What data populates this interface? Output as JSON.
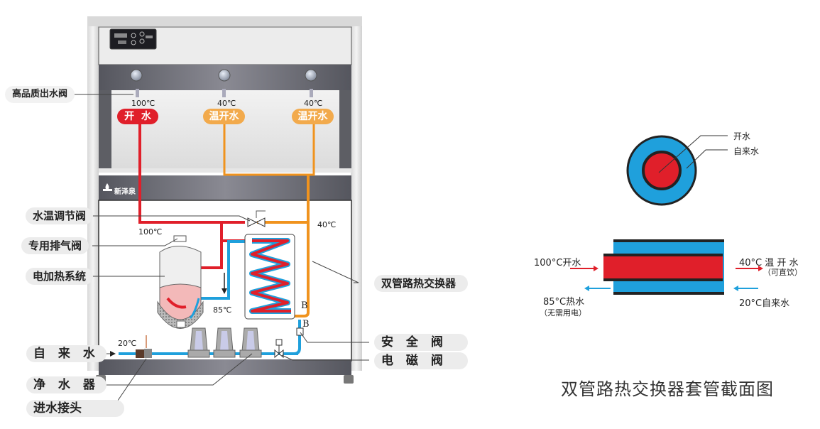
{
  "colors": {
    "boiling": "#e01f2a",
    "warm": "#f0931e",
    "tap": "#1fa0dc",
    "warm_tag": "#f2aa4c",
    "boiling_tag": "#e01f2a",
    "cabinet_dark": "#5f6068",
    "callout_bg": "#ececec"
  },
  "machine": {
    "brand": "新泽泉",
    "outlets": [
      {
        "temp": "100℃",
        "tag": "开  水",
        "type": "boiling"
      },
      {
        "temp": "40℃",
        "tag": "温开水",
        "type": "warm"
      },
      {
        "temp": "40℃",
        "tag": "温开水",
        "type": "warm"
      }
    ],
    "pipe_temps": {
      "boiling_out": "100℃",
      "warm_out": "40℃",
      "preheated": "85℃",
      "inlet": "20℃"
    },
    "valve_markers": [
      "B",
      "B"
    ]
  },
  "callouts_left": [
    {
      "id": "outlet-valve",
      "label": "高品质出水阀"
    },
    {
      "id": "temp-valve",
      "label": "水温调节阀"
    },
    {
      "id": "vent-valve",
      "label": "专用排气阀"
    },
    {
      "id": "heater",
      "label": "电加热系统"
    },
    {
      "id": "tap-water",
      "label": "自 来 水"
    },
    {
      "id": "purifier",
      "label": "净 水 器"
    },
    {
      "id": "inlet-joint",
      "label": "进水接头"
    }
  ],
  "callouts_right": [
    {
      "id": "heat-exchanger",
      "label": "双管路热交换器"
    },
    {
      "id": "safety-valve",
      "label": "安 全 阀"
    },
    {
      "id": "solenoid-valve",
      "label": "电 磁 阀"
    }
  ],
  "cross_section": {
    "ring_labels": [
      "开水",
      "自来水"
    ],
    "flows": {
      "in_boiling": "100°C开水",
      "out_warm": "40°C 温 开 水",
      "out_warm_note": "（可直饮）",
      "out_hot": "85°C热水",
      "out_hot_note": "（无需用电）",
      "in_tap": "20°C自来水"
    },
    "title": "双管路热交换器套管截面图"
  }
}
